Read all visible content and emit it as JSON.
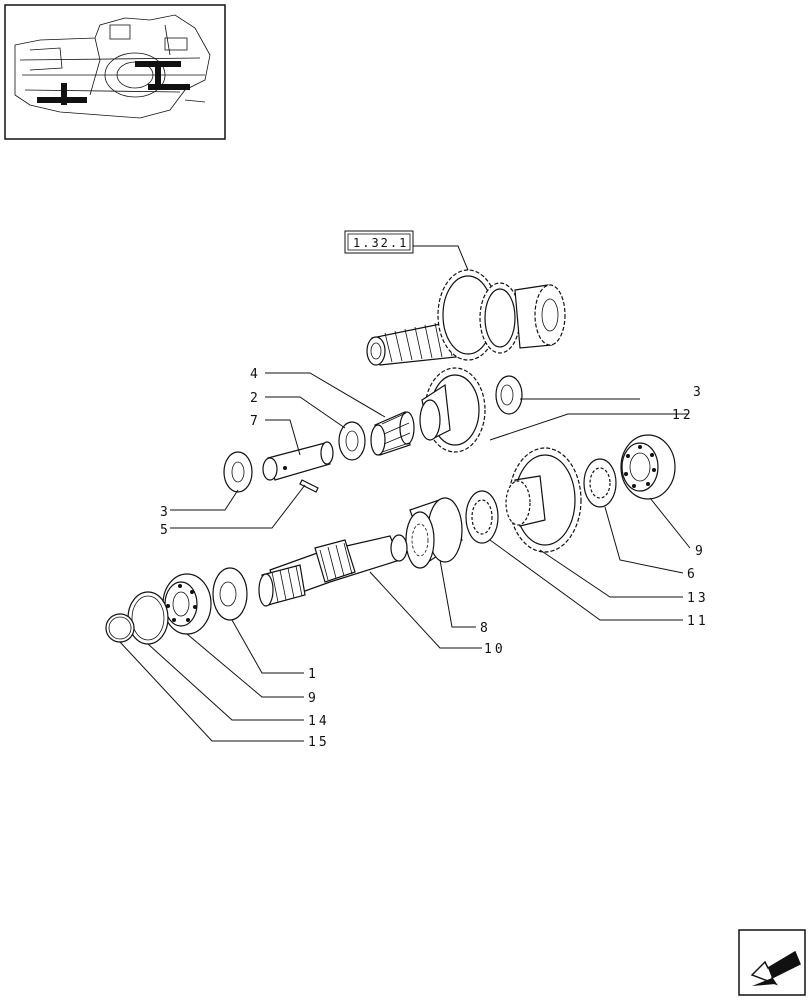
{
  "reference": {
    "label": "1.32.1"
  },
  "callouts": [
    {
      "id": "c4a",
      "text": "4"
    },
    {
      "id": "c2a",
      "text": "2"
    },
    {
      "id": "c7",
      "text": "7"
    },
    {
      "id": "c3a",
      "text": "3"
    },
    {
      "id": "c5",
      "text": "5"
    },
    {
      "id": "c3b",
      "text": "3"
    },
    {
      "id": "c12",
      "text": "12"
    },
    {
      "id": "c9a",
      "text": "9"
    },
    {
      "id": "c6",
      "text": "6"
    },
    {
      "id": "c13",
      "text": "13"
    },
    {
      "id": "c11",
      "text": "11"
    },
    {
      "id": "c8",
      "text": "8"
    },
    {
      "id": "c10",
      "text": "10"
    },
    {
      "id": "c1",
      "text": "1"
    },
    {
      "id": "c9b",
      "text": "9"
    },
    {
      "id": "c14",
      "text": "14"
    },
    {
      "id": "c15",
      "text": "15"
    }
  ],
  "icons": {
    "thumbnail": "transmission-overview-icon",
    "navigation": "next-page-arrow-icon"
  }
}
